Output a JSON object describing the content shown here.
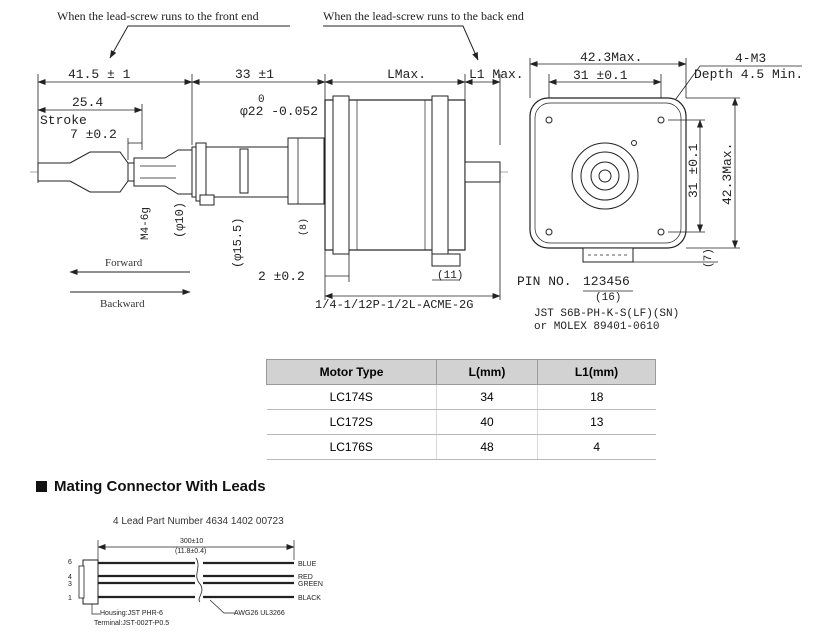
{
  "top_drawing": {
    "note_front": "When the lead-screw runs to the front end",
    "note_back": "When the lead-screw runs to the back end",
    "dim_41_5": "41.5 ± 1",
    "dim_33": "33 ±1",
    "dim_lmax": "LMax.",
    "dim_l1max": "L1 Max.",
    "dim_25_4": "25.4",
    "stroke_label": "Stroke",
    "dim_7": "7 ±0.2",
    "tol_zero": "0",
    "dim_phi22": "φ22 -0.052",
    "thread_m4": "M4-6g",
    "dim_phi10": "(φ10)",
    "dim_phi15": "(φ15.5)",
    "dim_8": "(8)",
    "dim_11": "(11)",
    "dim_2": "2 ±0.2",
    "forward_label": "Forward",
    "backward_label": "Backward",
    "lead_screw_spec": "1/4-1/12P-1/2L-ACME-2G"
  },
  "front_view": {
    "dim_42_3_top": "42.3Max.",
    "dim_31_top": "31 ±0.1",
    "holes_label": "4-M3",
    "depth_label": "Depth 4.5 Min.",
    "dim_31_side": "31 ±0.1",
    "dim_42_3_side": "42.3Max.",
    "dim_7_side": "(7)",
    "pin_no_label": "PIN NO.",
    "pin_numbers": "123456",
    "dim_16": "(16)",
    "connector_line1": "JST S6B-PH-K-S(LF)(SN)",
    "connector_line2": "or MOLEX 89401-0610"
  },
  "spec_table": {
    "headers": [
      "Motor Type",
      "L(mm)",
      "L1(mm)"
    ],
    "rows": [
      [
        "LC174S",
        "34",
        "18"
      ],
      [
        "LC172S",
        "40",
        "13"
      ],
      [
        "LC176S",
        "48",
        "4"
      ]
    ]
  },
  "mating": {
    "title": "Mating Connector With Leads",
    "part_number": "4 Lead Part Number 4634 1402 00723",
    "length_mm": "300±10",
    "length_in": "(11.8±0.4)",
    "pins": [
      "6",
      "4",
      "3",
      "1"
    ],
    "wires": [
      "BLUE",
      "RED",
      "GREEN",
      "BLACK"
    ],
    "housing": "Housing:JST PHR-6",
    "terminal": "Terminal:JST-002T-P0.5",
    "awg": "AWG26 UL3266"
  },
  "colors": {
    "line": "#222222",
    "header_bg": "#d2d2d2"
  }
}
